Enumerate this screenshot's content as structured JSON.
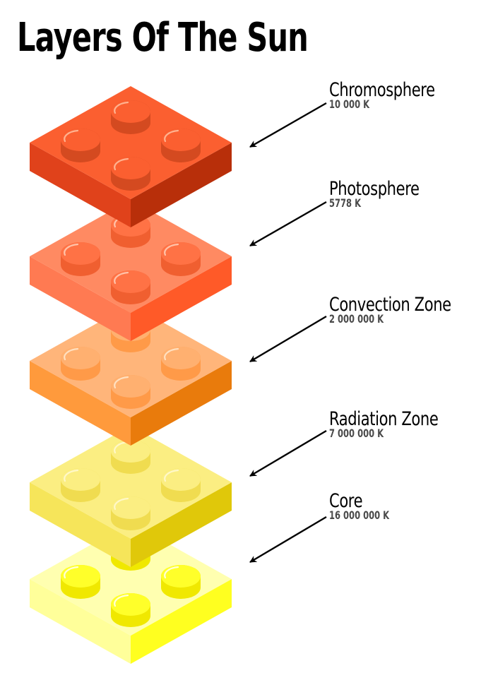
{
  "title": "Layers Of The Sun",
  "layers": [
    {
      "name": "Chromosphere",
      "temperature": "10 000 K",
      "colors": {
        "top": "#fb5f30",
        "left": "#e0421b",
        "right": "#b82f0a",
        "stud_top": "#fb5f30",
        "stud_side": "#d44a20",
        "shine": "#ffb28f"
      }
    },
    {
      "name": "Photosphere",
      "temperature": "5778 K",
      "colors": {
        "top": "#ff8a62",
        "left": "#ff7a52",
        "right": "#ff5a28",
        "stud_top": "#ff7245",
        "stud_side": "#f05f30",
        "shine": "#ffc2a8"
      }
    },
    {
      "name": "Convection Zone",
      "temperature": "2 000 000 K",
      "colors": {
        "top": "#ffb57a",
        "left": "#ff9a3c",
        "right": "#e97b0c",
        "stud_top": "#ffb070",
        "stud_side": "#ff9a48",
        "shine": "#ffe0c0"
      }
    },
    {
      "name": "Radiation Zone",
      "temperature": "7 000 000 K",
      "colors": {
        "top": "#fbee82",
        "left": "#f6e55a",
        "right": "#e0c80a",
        "stud_top": "#fbee82",
        "stud_side": "#f0dc50",
        "shine": "#fff8c8"
      }
    },
    {
      "name": "Core",
      "temperature": "16 000 000 K",
      "colors": {
        "top": "#ffffb0",
        "left": "#ffff9a",
        "right": "#ffff20",
        "stud_top": "#ffff2a",
        "stud_side": "#f0e800",
        "shine": "#ffffd8"
      }
    }
  ]
}
